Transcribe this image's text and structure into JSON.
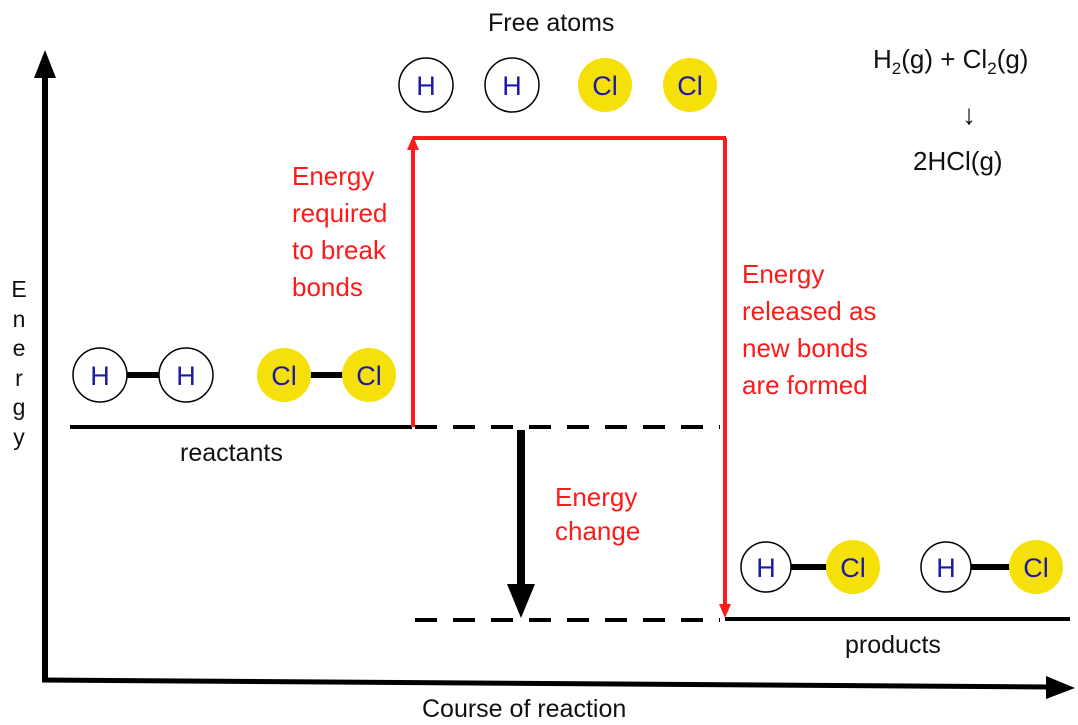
{
  "title": "Free atoms",
  "equation": {
    "left_h": "H",
    "sub1": "2",
    "left_h_state": "(g) + Cl",
    "sub2": "2",
    "left_cl_state": "(g)",
    "arrow": "↓",
    "right": "2HCl(g)"
  },
  "axis": {
    "y_label_letters": [
      "E",
      "n",
      "e",
      "r",
      "g",
      "y"
    ],
    "x_label": "Course of reaction"
  },
  "levels": {
    "reactants": "reactants",
    "products": "products"
  },
  "annotations": {
    "break": [
      "Energy",
      "required",
      "to break",
      "bonds"
    ],
    "release": [
      "Energy",
      "released as",
      "new bonds",
      "are formed"
    ],
    "change": [
      "Energy",
      "change"
    ]
  },
  "atoms": {
    "hydrogen": "H",
    "chlorine": "Cl"
  },
  "colors": {
    "accent_red": "#ff1a1a",
    "chlorine_fill": "#f5e00a",
    "atom_label": "#1a1aa6",
    "axis": "#000000"
  }
}
